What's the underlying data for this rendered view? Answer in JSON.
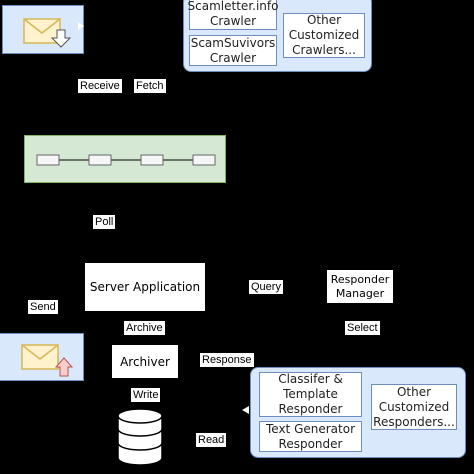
{
  "nodes": {
    "server_application": "Server Application",
    "responder_manager": "Responder\nManager",
    "archiver": "Archiver"
  },
  "crawlers": {
    "items": [
      "Scamletter.info\nCrawler",
      "ScamSuvivors\nCrawler",
      "Other\nCustomized\nCrawlers..."
    ]
  },
  "responders": {
    "items": [
      "Classifer &\nTemplate\nResponder",
      "Text Generator\nResponder",
      "Other\nCustomized\nResponders..."
    ]
  },
  "edges": {
    "receive": "Receive",
    "fetch": "Fetch",
    "poll": "Poll",
    "send": "Send",
    "archive": "Archive",
    "query": "Query",
    "select": "Select",
    "response": "Response",
    "write": "Write",
    "read": "Read"
  },
  "colors": {
    "background": "#000000",
    "queue_fill": "#d5e8d4",
    "queue_border": "#82b366",
    "group_fill": "#dae8fc",
    "group_border": "#6c8ebf",
    "mail_fill": "#fff2cc",
    "mail_border": "#d6b656",
    "arrow_in": "#ffffff",
    "arrow_out": "#f8cecc"
  },
  "icons": [
    "mail-incoming-icon",
    "mail-outgoing-icon",
    "database-icon"
  ]
}
